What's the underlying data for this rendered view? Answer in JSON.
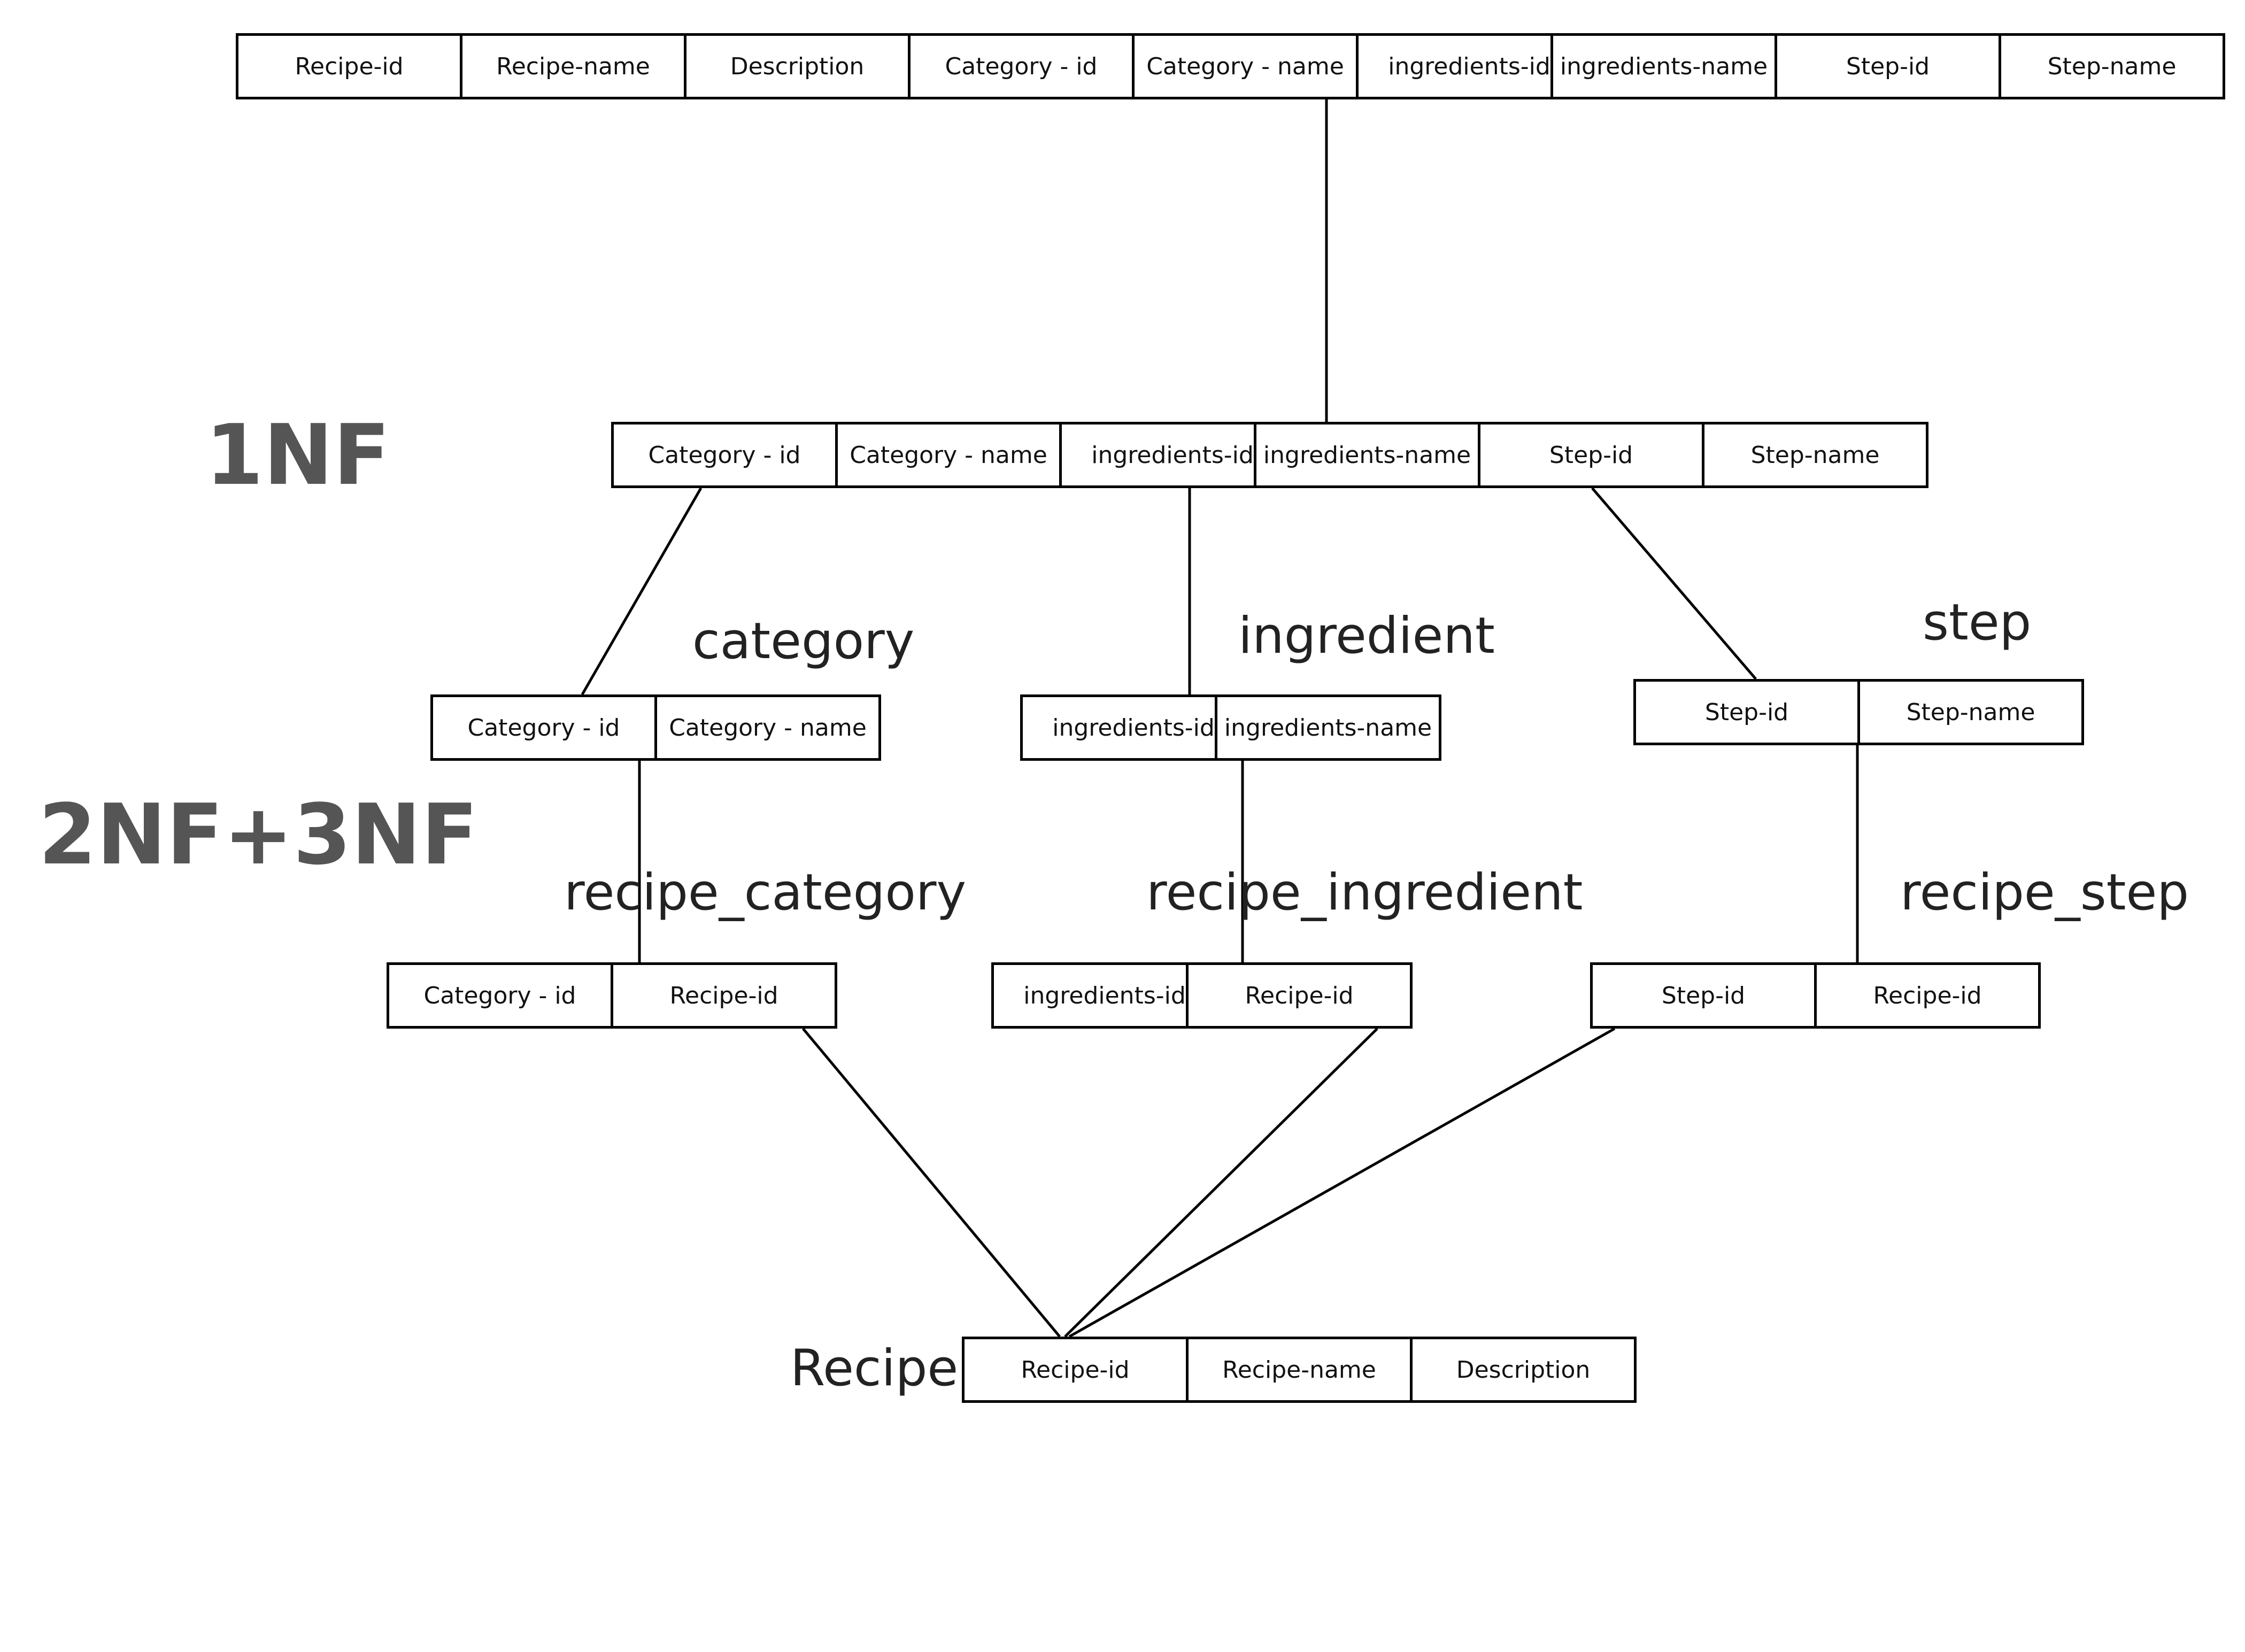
{
  "levels": {
    "first": "1NF",
    "second": "2NF+3NF"
  },
  "tables": {
    "unnormalized": {
      "name": "",
      "columns": [
        "Recipe-id",
        "Recipe-name",
        "Description",
        "Category - id",
        "Category - name",
        "ingredients-id",
        "ingredients-name",
        "Step-id",
        "Step-name"
      ]
    },
    "first_nf": {
      "name": "",
      "columns": [
        "Category - id",
        "Category - name",
        "ingredients-id",
        "ingredients-name",
        "Step-id",
        "Step-name"
      ]
    },
    "category": {
      "name": "category",
      "columns": [
        "Category - id",
        "Category - name"
      ]
    },
    "ingredient": {
      "name": "ingredient",
      "columns": [
        "ingredients-id",
        "ingredients-name"
      ]
    },
    "step": {
      "name": "step",
      "columns": [
        "Step-id",
        "Step-name"
      ]
    },
    "recipe_category": {
      "name": "recipe_category",
      "columns": [
        "Category - id",
        "Recipe-id"
      ]
    },
    "recipe_ingredient": {
      "name": "recipe_ingredient",
      "columns": [
        "ingredients-id",
        "Recipe-id"
      ]
    },
    "recipe_step": {
      "name": "recipe_step",
      "columns": [
        "Step-id",
        "Recipe-id"
      ]
    },
    "recipe": {
      "name": "Recipe",
      "columns": [
        "Recipe-id",
        "Recipe-name",
        "Description"
      ]
    }
  }
}
